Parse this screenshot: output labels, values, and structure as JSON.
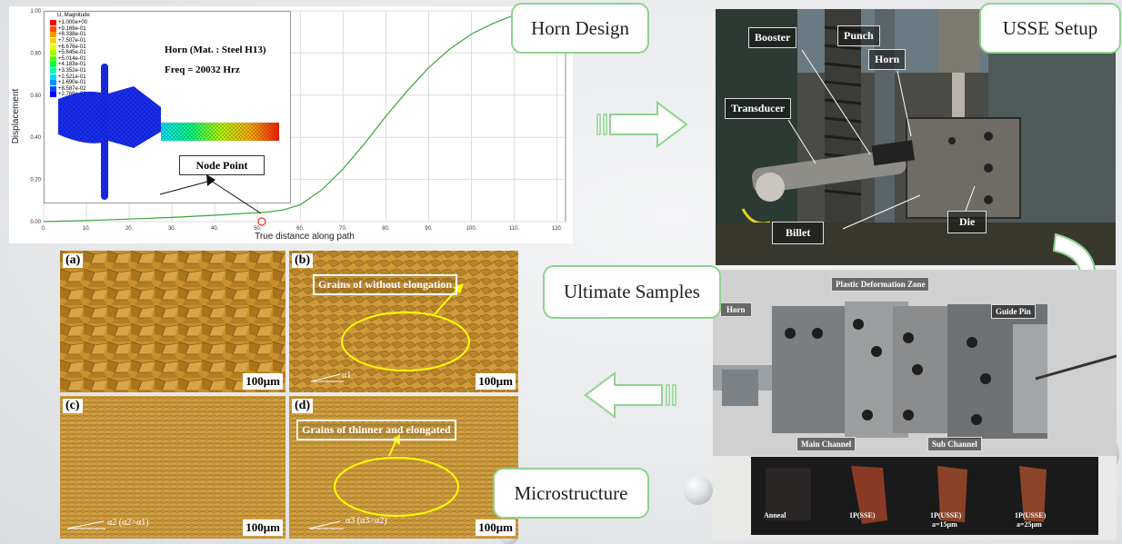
{
  "stage_labels": {
    "horn_design": "Horn Design",
    "usse_setup": "USSE  Setup",
    "ultimate_samples": "Ultimate Samples",
    "microstructure": "Microstructure"
  },
  "fea_plot": {
    "legend_title": "U, Magnitude",
    "legend_values": [
      "+1.000e+00",
      "+9.169e-01",
      "+8.338e-01",
      "+7.507e-01",
      "+6.676e-01",
      "+5.845e-01",
      "+5.014e-01",
      "+4.183e-01",
      "+3.352e-01",
      "+2.521e-01",
      "+1.690e-01",
      "+8.587e-02",
      "+2.769e-03"
    ],
    "legend_colors": [
      "#ff0000",
      "#ff4a00",
      "#ff9400",
      "#ffd000",
      "#e8ff00",
      "#a0ff00",
      "#50ff00",
      "#00ff40",
      "#00ffb0",
      "#00d8ff",
      "#0090ff",
      "#0048ff",
      "#0000ff"
    ],
    "info_line1": "Horn (Mat. : Steel H13)",
    "info_line2": "Freq = 20032 Hrz",
    "node_label": "Node Point"
  },
  "chart_data": {
    "type": "line",
    "xlabel": "True distance along path",
    "ylabel": "Displacement",
    "xlim": [
      0,
      122
    ],
    "ylim": [
      0,
      1.0
    ],
    "x_ticks": [
      "0.",
      "10.",
      "20.",
      "30.",
      "40.",
      "50.",
      "60.",
      "70.",
      "80.",
      "90.",
      "100.",
      "110.",
      "120."
    ],
    "y_ticks": [
      "0.00",
      "0.20",
      "0.40",
      "0.60",
      "0.80",
      "1.00"
    ],
    "grid": true,
    "series": [
      {
        "x": [
          0,
          10,
          20,
          30,
          40,
          48,
          52,
          56,
          60,
          65,
          70,
          75,
          80,
          85,
          90,
          95,
          100,
          105,
          110,
          114
        ],
        "y": [
          0.0,
          0.005,
          0.012,
          0.02,
          0.03,
          0.04,
          0.045,
          0.055,
          0.08,
          0.15,
          0.25,
          0.37,
          0.5,
          0.62,
          0.73,
          0.82,
          0.89,
          0.94,
          0.98,
          1.0
        ],
        "color": "#3aa63a"
      }
    ],
    "marker": {
      "x": 51,
      "y": 0.0,
      "color": "#e23030"
    }
  },
  "usse_photo": {
    "booster": "Booster",
    "punch": "Punch",
    "horn": "Horn",
    "transducer": "Transducer",
    "billet": "Billet",
    "die": "Die"
  },
  "die_photo": {
    "horn": "Horn",
    "plastic_zone": "Plastic Deformation Zone",
    "guide_pin": "Guide Pin",
    "main_channel": "Main Channel",
    "sub_channel": "Sub Channel"
  },
  "samples": [
    {
      "l1": "Anneal",
      "l2": ""
    },
    {
      "l1": "1P(SSE)",
      "l2": ""
    },
    {
      "l1": "1P(USSE)",
      "l2": "a=15μm"
    },
    {
      "l1": "1P(USSE)",
      "l2": "a=25μm"
    }
  ],
  "micrographs": [
    {
      "tag": "(a)",
      "scale": "100μm",
      "note": "",
      "angle": ""
    },
    {
      "tag": "(b)",
      "scale": "100μm",
      "note": "Grains of without elongation",
      "angle": "α1"
    },
    {
      "tag": "(c)",
      "scale": "100μm",
      "note": "",
      "angle": "α2  (α2>α1)"
    },
    {
      "tag": "(d)",
      "scale": "100μm",
      "note": "Grains of thinner and elongated",
      "angle": "α3  (α3>α2)"
    }
  ]
}
